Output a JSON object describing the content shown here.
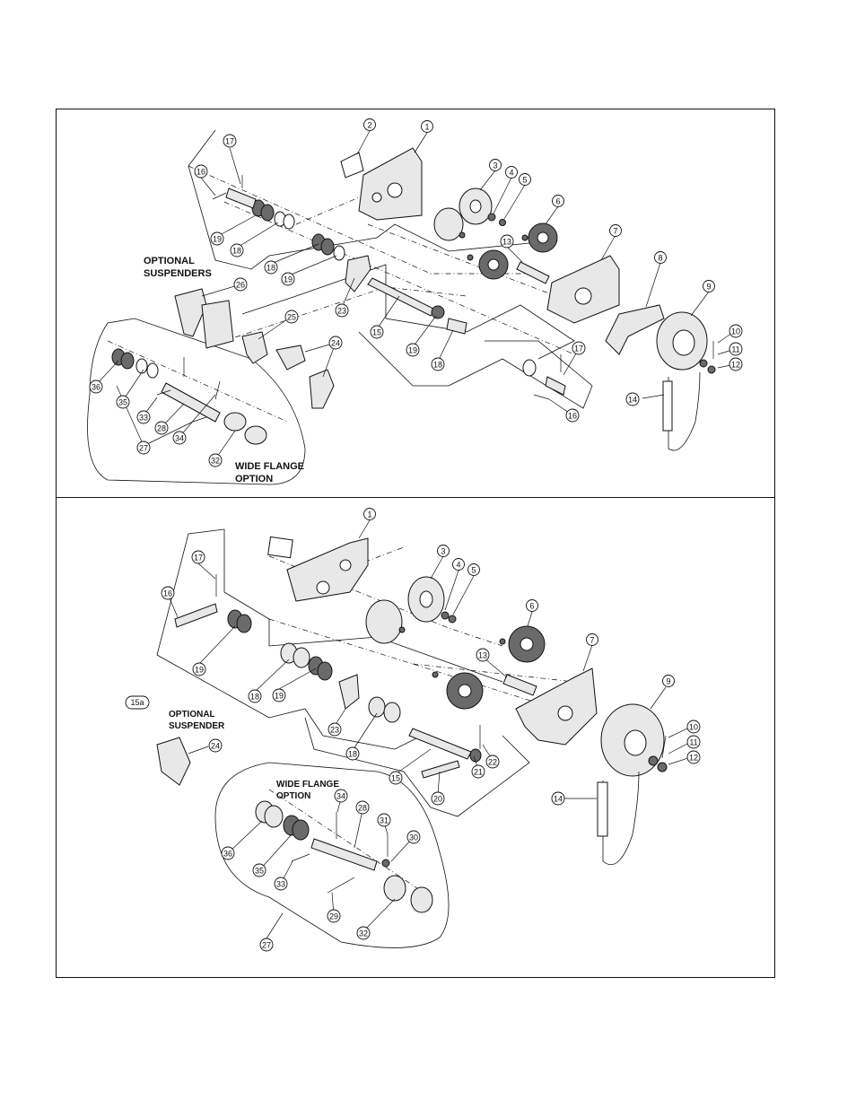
{
  "top_panel": {
    "optional_label_line1": "OPTIONAL",
    "optional_label_line2": "SUSPENDERS",
    "wide_flange_line1": "WIDE FLANGE",
    "wide_flange_line2": "OPTION",
    "callouts": [
      "2",
      "1",
      "17",
      "16",
      "3",
      "4",
      "5",
      "19",
      "18",
      "6",
      "13",
      "7",
      "8",
      "9",
      "18",
      "19",
      "26",
      "23",
      "25",
      "15",
      "19",
      "18",
      "24",
      "10",
      "11",
      "12",
      "17",
      "36",
      "35",
      "33",
      "28",
      "34",
      "27",
      "32",
      "16",
      "14"
    ]
  },
  "bottom_panel": {
    "optional_label_line1": "OPTIONAL",
    "optional_label_line2": "SUSPENDER",
    "wide_flange_line1": "WIDE FLANGE",
    "wide_flange_line2": "OPTION",
    "callouts": [
      "1",
      "17",
      "3",
      "4",
      "5",
      "16",
      "6",
      "7",
      "19",
      "13",
      "18",
      "19",
      "9",
      "15a",
      "23",
      "18",
      "10",
      "11",
      "12",
      "24",
      "15",
      "21",
      "22",
      "20",
      "14",
      "34",
      "28",
      "31",
      "30",
      "36",
      "35",
      "33",
      "29",
      "32",
      "27"
    ]
  }
}
